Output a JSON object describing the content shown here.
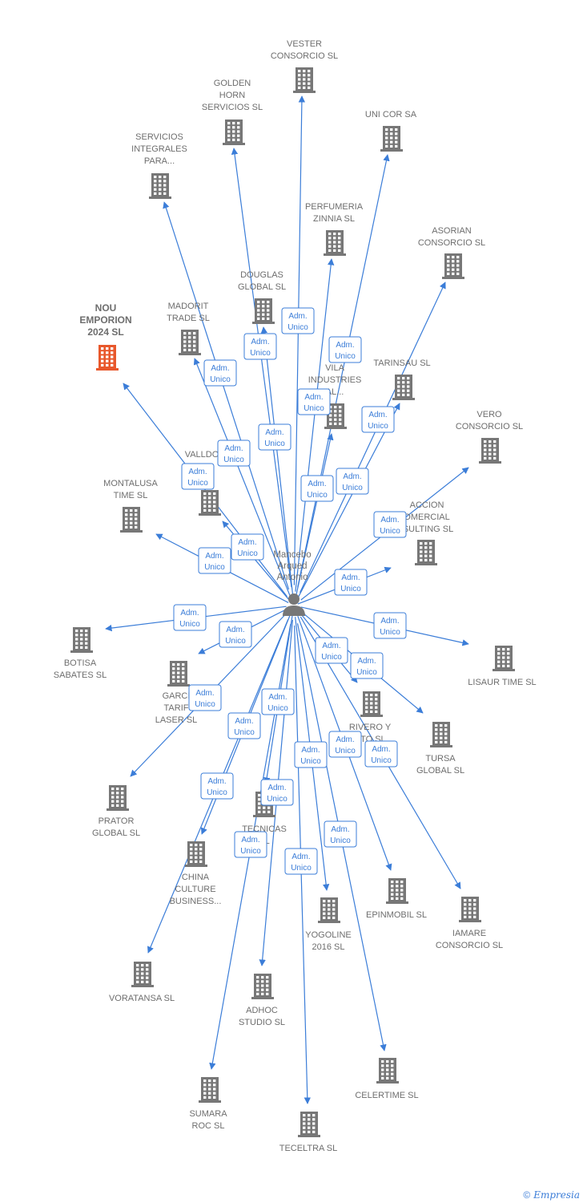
{
  "colors": {
    "edge": "#3b7dd8",
    "building": "#777777",
    "highlight": "#e8582c",
    "label": "#6e6e6e"
  },
  "person": {
    "name_lines": [
      "Mancebo",
      "Arqued",
      "Antonio"
    ],
    "icon": "person-icon"
  },
  "relationship_label_lines": [
    "Adm.",
    "Unico"
  ],
  "companies": [
    {
      "id": "vester",
      "lines": [
        "VESTER",
        "CONSORCIO  SL"
      ],
      "highlight": false
    },
    {
      "id": "golden",
      "lines": [
        "GOLDEN",
        "HORN",
        "SERVICIOS  SL"
      ],
      "highlight": false
    },
    {
      "id": "unicor",
      "lines": [
        "UNI COR SA"
      ],
      "highlight": false
    },
    {
      "id": "servicios",
      "lines": [
        "SERVICIOS",
        "INTEGRALES",
        "PARA..."
      ],
      "highlight": false
    },
    {
      "id": "perfumeria",
      "lines": [
        "PERFUMERIA",
        "ZINNIA SL"
      ],
      "highlight": false
    },
    {
      "id": "asorian",
      "lines": [
        "ASORIAN",
        "CONSORCIO SL"
      ],
      "highlight": false
    },
    {
      "id": "douglas",
      "lines": [
        "DOUGLAS",
        "GLOBAL  SL"
      ],
      "highlight": false
    },
    {
      "id": "nou",
      "lines": [
        "NOU",
        "EMPORION",
        "2024  SL"
      ],
      "highlight": true
    },
    {
      "id": "madorit",
      "lines": [
        "MADORIT",
        "TRADE  SL"
      ],
      "highlight": false
    },
    {
      "id": "tarinsau",
      "lines": [
        "TARINSAU SL"
      ],
      "highlight": false
    },
    {
      "id": "vila",
      "lines": [
        "VILA",
        "INDUSTRIES",
        "AL..."
      ],
      "highlight": false
    },
    {
      "id": "vero",
      "lines": [
        "VERO",
        "CONSORCIO  SL"
      ],
      "highlight": false
    },
    {
      "id": "valldo",
      "lines": [
        "VALLDO",
        "E  SL"
      ],
      "highlight": false
    },
    {
      "id": "montalusa",
      "lines": [
        "MONTALUSA",
        "TIME  SL"
      ],
      "highlight": false
    },
    {
      "id": "accion",
      "lines": [
        "ACCION",
        "OMERCIAL",
        "ISULTING SL"
      ],
      "highlight": false
    },
    {
      "id": "botisa",
      "lines": [
        "BOTISA",
        "SABATES SL"
      ],
      "highlight": false
    },
    {
      "id": "lisaur",
      "lines": [
        "LISAUR TIME  SL"
      ],
      "highlight": false
    },
    {
      "id": "garci",
      "lines": [
        "GARCI",
        "TARIF",
        "LASER  SL"
      ],
      "highlight": false
    },
    {
      "id": "rivero",
      "lines": [
        "RIVERO Y",
        "RTO  SL"
      ],
      "highlight": false
    },
    {
      "id": "tursa",
      "lines": [
        "TURSA",
        "GLOBAL SL"
      ],
      "highlight": false
    },
    {
      "id": "prator",
      "lines": [
        "PRATOR",
        "GLOBAL SL"
      ],
      "highlight": false
    },
    {
      "id": "tecnicas",
      "lines": [
        "TECNICAS",
        "SL"
      ],
      "highlight": false
    },
    {
      "id": "china",
      "lines": [
        "CHINA",
        "CULTURE",
        "BUSINESS..."
      ],
      "highlight": false
    },
    {
      "id": "epinmobil",
      "lines": [
        "EPINMOBIL SL"
      ],
      "highlight": false
    },
    {
      "id": "iamare",
      "lines": [
        "IAMARE",
        "CONSORCIO SL"
      ],
      "highlight": false
    },
    {
      "id": "yogoline",
      "lines": [
        "YOGOLINE",
        "2016  SL"
      ],
      "highlight": false
    },
    {
      "id": "voratansa",
      "lines": [
        "VORATANSA SL"
      ],
      "highlight": false
    },
    {
      "id": "adhoc",
      "lines": [
        "ADHOC",
        "STUDIO SL"
      ],
      "highlight": false
    },
    {
      "id": "celertime",
      "lines": [
        "CELERTIME SL"
      ],
      "highlight": false
    },
    {
      "id": "sumara",
      "lines": [
        "SUMARA",
        "ROC SL"
      ],
      "highlight": false
    },
    {
      "id": "teceltra",
      "lines": [
        "TECELTRA SL"
      ],
      "highlight": false
    }
  ],
  "footer": {
    "copyright": "©",
    "brand": "Empresia"
  }
}
